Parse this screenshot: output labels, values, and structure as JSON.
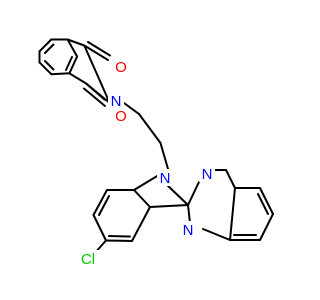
{
  "colors": {
    "background": "#ffffff",
    "bond": "#000000",
    "oxygen": "#ff0000",
    "nitrogen": "#0000ff",
    "chlorine": "#00cc00"
  },
  "atoms": {
    "o_top": "O",
    "o_bottom": "O",
    "n_imide": "N",
    "n_indole": "N",
    "n_upper": "N",
    "n_lower": "N",
    "cl": "Cl"
  }
}
